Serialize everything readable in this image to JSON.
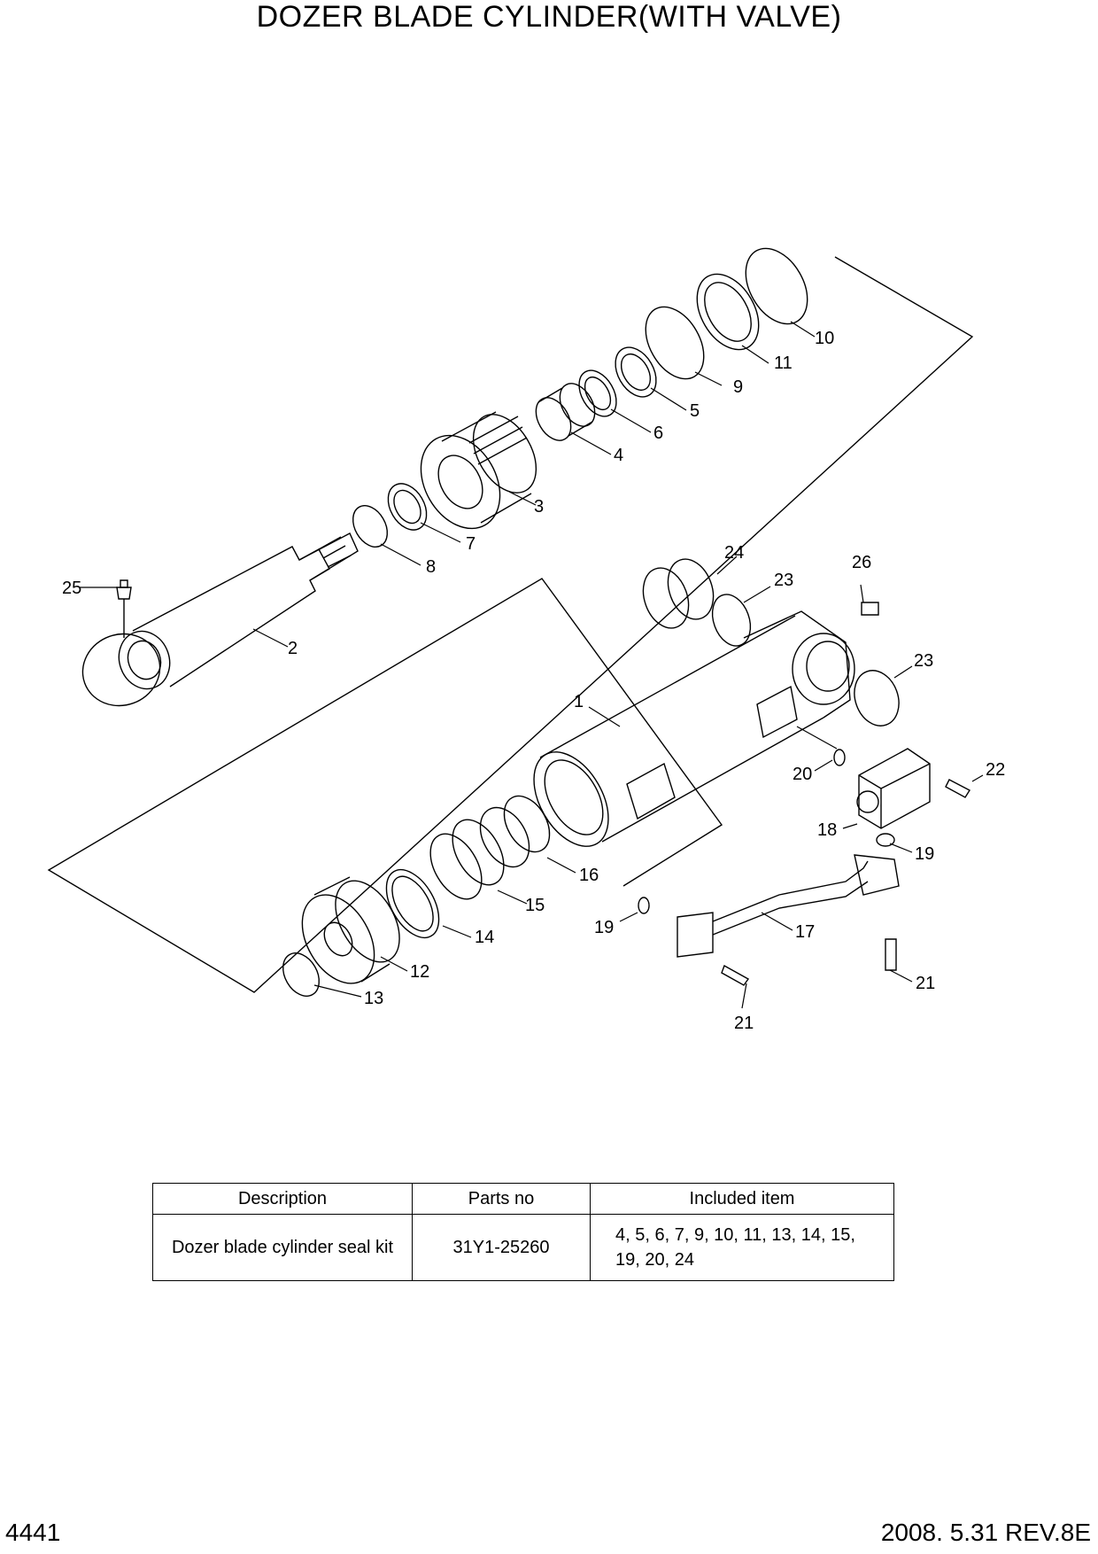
{
  "page": {
    "title": "DOZER BLADE CYLINDER(WITH VALVE)",
    "page_number": "4441",
    "revision": "2008. 5.31  REV.8E"
  },
  "callouts": [
    "1",
    "2",
    "3",
    "4",
    "5",
    "6",
    "7",
    "8",
    "9",
    "10",
    "11",
    "12",
    "13",
    "14",
    "15",
    "16",
    "17",
    "18",
    "19",
    "19",
    "20",
    "21",
    "21",
    "22",
    "23",
    "23",
    "24",
    "25",
    "26"
  ],
  "kit_table": {
    "headers": [
      "Description",
      "Parts no",
      "Included item"
    ],
    "rows": [
      {
        "description": "Dozer blade cylinder seal kit",
        "parts_no": "31Y1-25260",
        "included_line1": "4, 5, 6, 7, 9, 10, 11, 13, 14, 15,",
        "included_line2": "19, 20, 24"
      }
    ]
  }
}
